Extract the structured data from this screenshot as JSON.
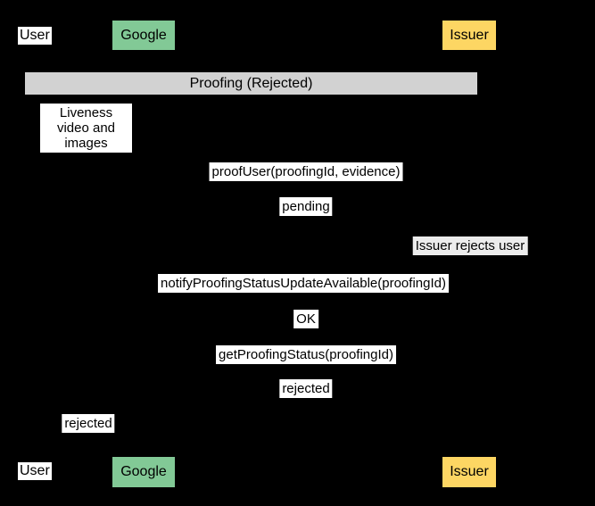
{
  "diagram": {
    "type": "sequence-diagram",
    "background_color": "#000000",
    "colors": {
      "google_box": "#82c996",
      "issuer_box": "#fdd663",
      "frame_bar": "#d2d2d2",
      "plain_label_bg": "#ffffff",
      "issuer_note_bg": "#ececec",
      "text": "#000000"
    },
    "actors": {
      "user": {
        "label": "User"
      },
      "google": {
        "label": "Google"
      },
      "issuer": {
        "label": "Issuer"
      }
    },
    "frame": {
      "label": "Proofing (Rejected)"
    },
    "note": {
      "text": "Liveness video and images"
    },
    "messages": [
      {
        "label": "proofUser(proofingId, evidence)"
      },
      {
        "label": "pending"
      },
      {
        "label": "Issuer rejects user"
      },
      {
        "label": "notifyProofingStatusUpdateAvailable(proofingId)"
      },
      {
        "label": "OK"
      },
      {
        "label": "getProofingStatus(proofingId)"
      },
      {
        "label": "rejected"
      },
      {
        "label": "rejected"
      }
    ]
  }
}
